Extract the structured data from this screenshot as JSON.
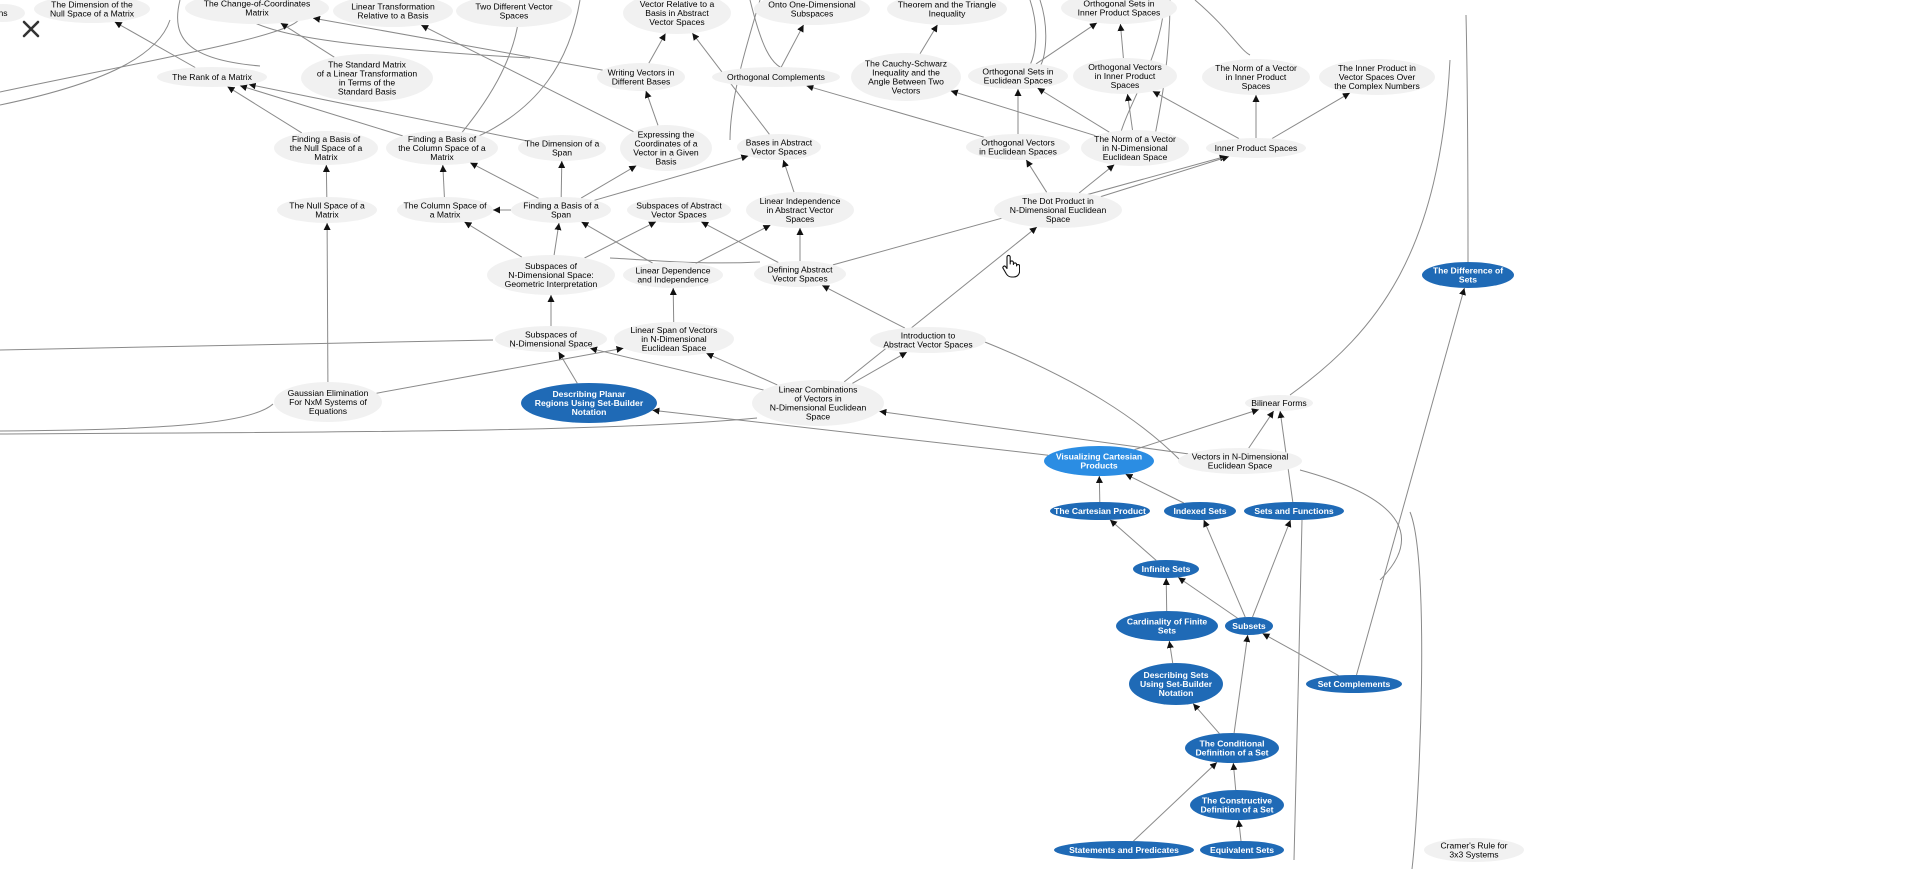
{
  "colors": {
    "locked": "#f1f1f1",
    "locked_text": "#000000",
    "mastered": "#1f6ab6",
    "mastered_text": "#ffffff",
    "current": "#2b8de3",
    "edge": "#8a8a8a"
  },
  "close_icon": "close-icon",
  "nodes": [
    {
      "id": "n-lrs",
      "lines": [
        "ns"
      ],
      "state": "locked"
    },
    {
      "id": "n-dimnull",
      "lines": [
        "The Dimension of the",
        "Null Space of a Matrix"
      ],
      "state": "locked"
    },
    {
      "id": "n-cocm",
      "lines": [
        "The Change-of-Coordinates",
        "Matrix"
      ],
      "state": "locked"
    },
    {
      "id": "n-ltrb",
      "lines": [
        "Linear Transformation",
        "Relative to a Basis"
      ],
      "state": "locked"
    },
    {
      "id": "n-twodiff",
      "lines": [
        "Two Different Vector",
        "Spaces"
      ],
      "state": "locked"
    },
    {
      "id": "n-vrb",
      "lines": [
        "Vector Relative to a",
        "Basis in Abstract",
        "Vector Spaces"
      ],
      "state": "locked"
    },
    {
      "id": "n-onto",
      "lines": [
        "Onto One-Dimensional",
        "Subspaces"
      ],
      "state": "locked"
    },
    {
      "id": "n-tri",
      "lines": [
        "Theorem and the Triangle",
        "Inequality"
      ],
      "state": "locked"
    },
    {
      "id": "n-osips-top",
      "lines": [
        "Orthogonal Sets in",
        "Inner Product Spaces"
      ],
      "state": "locked"
    },
    {
      "id": "n-rank",
      "lines": [
        "The Rank of a Matrix"
      ],
      "state": "locked"
    },
    {
      "id": "n-stdmat",
      "lines": [
        "The Standard Matrix",
        "of a Linear Transformation",
        "in Terms of the",
        "Standard Basis"
      ],
      "state": "locked"
    },
    {
      "id": "n-wvdb",
      "lines": [
        "Writing Vectors in",
        "Different Bases"
      ],
      "state": "locked"
    },
    {
      "id": "n-ocomp",
      "lines": [
        "Orthogonal Complements"
      ],
      "state": "locked"
    },
    {
      "id": "n-csi",
      "lines": [
        "The Cauchy-Schwarz",
        "Inequality and the",
        "Angle Between Two",
        "Vectors"
      ],
      "state": "locked"
    },
    {
      "id": "n-osee",
      "lines": [
        "Orthogonal Sets in",
        "Euclidean Spaces"
      ],
      "state": "locked"
    },
    {
      "id": "n-ovips",
      "lines": [
        "Orthogonal Vectors",
        "in Inner Product",
        "Spaces"
      ],
      "state": "locked"
    },
    {
      "id": "n-normips",
      "lines": [
        "The Norm of a Vector",
        "in Inner Product",
        "Spaces"
      ],
      "state": "locked"
    },
    {
      "id": "n-ipcn",
      "lines": [
        "The Inner Product in",
        "Vector Spaces Over",
        "the Complex Numbers"
      ],
      "state": "locked"
    },
    {
      "id": "n-fbns",
      "lines": [
        "Finding a Basis of",
        "the Null Space of a",
        "Matrix"
      ],
      "state": "locked"
    },
    {
      "id": "n-fbcs",
      "lines": [
        "Finding a Basis of",
        "the Column Space of a",
        "Matrix"
      ],
      "state": "locked"
    },
    {
      "id": "n-dimspan",
      "lines": [
        "The Dimension of a",
        "Span"
      ],
      "state": "locked"
    },
    {
      "id": "n-ecv",
      "lines": [
        "Expressing the",
        "Coordinates of a",
        "Vector in a Given",
        "Basis"
      ],
      "state": "locked"
    },
    {
      "id": "n-bavs",
      "lines": [
        "Bases in Abstract",
        "Vector Spaces"
      ],
      "state": "locked"
    },
    {
      "id": "n-ove",
      "lines": [
        "Orthogonal Vectors",
        "in Euclidean Spaces"
      ],
      "state": "locked"
    },
    {
      "id": "n-normnd",
      "lines": [
        "The Norm of a Vector",
        "in N-Dimensional",
        "Euclidean Space"
      ],
      "state": "locked"
    },
    {
      "id": "n-ips",
      "lines": [
        "Inner Product Spaces"
      ],
      "state": "locked"
    },
    {
      "id": "n-nsm",
      "lines": [
        "The Null Space of a",
        "Matrix"
      ],
      "state": "locked"
    },
    {
      "id": "n-csm",
      "lines": [
        "The Column Space of",
        "a Matrix"
      ],
      "state": "locked"
    },
    {
      "id": "n-fbspan",
      "lines": [
        "Finding a Basis of a",
        "Span"
      ],
      "state": "locked"
    },
    {
      "id": "n-savs",
      "lines": [
        "Subspaces of Abstract",
        "Vector Spaces"
      ],
      "state": "locked"
    },
    {
      "id": "n-liavs",
      "lines": [
        "Linear Independence",
        "in Abstract Vector",
        "Spaces"
      ],
      "state": "locked"
    },
    {
      "id": "n-dotnd",
      "lines": [
        "The Dot Product in",
        "N-Dimensional Euclidean",
        "Space"
      ],
      "state": "locked"
    },
    {
      "id": "n-sndgi",
      "lines": [
        "Subspaces of",
        "N-Dimensional Space:",
        "Geometric Interpretation"
      ],
      "state": "locked"
    },
    {
      "id": "n-ldi",
      "lines": [
        "Linear Dependence",
        "and Independence"
      ],
      "state": "locked"
    },
    {
      "id": "n-davs",
      "lines": [
        "Defining Abstract",
        "Vector Spaces"
      ],
      "state": "locked"
    },
    {
      "id": "n-diffsets",
      "lines": [
        "The Difference of",
        "Sets"
      ],
      "state": "mastered"
    },
    {
      "id": "n-snd",
      "lines": [
        "Subspaces of",
        "N-Dimensional Space"
      ],
      "state": "locked"
    },
    {
      "id": "n-lsv",
      "lines": [
        "Linear Span of Vectors",
        "in N-Dimensional",
        "Euclidean Space"
      ],
      "state": "locked"
    },
    {
      "id": "n-iavs",
      "lines": [
        "Introduction to",
        "Abstract Vector Spaces"
      ],
      "state": "locked"
    },
    {
      "id": "n-gauss",
      "lines": [
        "Gaussian Elimination",
        "For NxM Systems of",
        "Equations"
      ],
      "state": "locked"
    },
    {
      "id": "n-dprs",
      "lines": [
        "Describing Planar",
        "Regions Using Set-Builder",
        "Notation"
      ],
      "state": "mastered"
    },
    {
      "id": "n-lcv",
      "lines": [
        "Linear Combinations",
        "of Vectors in",
        "N-Dimensional Euclidean",
        "Space"
      ],
      "state": "locked"
    },
    {
      "id": "n-bilin",
      "lines": [
        "Bilinear Forms"
      ],
      "state": "locked"
    },
    {
      "id": "n-vcp",
      "lines": [
        "Visualizing Cartesian",
        "Products"
      ],
      "state": "current"
    },
    {
      "id": "n-vnd",
      "lines": [
        "Vectors in N-Dimensional",
        "Euclidean Space"
      ],
      "state": "locked"
    },
    {
      "id": "n-cart",
      "lines": [
        "The Cartesian Product"
      ],
      "state": "mastered"
    },
    {
      "id": "n-idx",
      "lines": [
        "Indexed Sets"
      ],
      "state": "mastered"
    },
    {
      "id": "n-setfun",
      "lines": [
        "Sets and Functions"
      ],
      "state": "mastered"
    },
    {
      "id": "n-inf",
      "lines": [
        "Infinite Sets"
      ],
      "state": "mastered"
    },
    {
      "id": "n-card",
      "lines": [
        "Cardinality of Finite",
        "Sets"
      ],
      "state": "mastered"
    },
    {
      "id": "n-subsets",
      "lines": [
        "Subsets"
      ],
      "state": "mastered"
    },
    {
      "id": "n-dssb",
      "lines": [
        "Describing Sets",
        "Using Set-Builder",
        "Notation"
      ],
      "state": "mastered"
    },
    {
      "id": "n-setcomp",
      "lines": [
        "Set Complements"
      ],
      "state": "mastered"
    },
    {
      "id": "n-cond",
      "lines": [
        "The Conditional",
        "Definition of a Set"
      ],
      "state": "mastered"
    },
    {
      "id": "n-cons",
      "lines": [
        "The Constructive",
        "Definition of a Set"
      ],
      "state": "mastered"
    },
    {
      "id": "n-stmt",
      "lines": [
        "Statements and Predicates"
      ],
      "state": "mastered"
    },
    {
      "id": "n-equiv",
      "lines": [
        "Equivalent Sets"
      ],
      "state": "mastered"
    },
    {
      "id": "n-cramer",
      "lines": [
        "Cramer's Rule for",
        "3x3 Systems"
      ],
      "state": "locked"
    }
  ],
  "edges": [
    [
      "n-stmt",
      "n-cond"
    ],
    [
      "n-equiv",
      "n-cons"
    ],
    [
      "n-cons",
      "n-cond"
    ],
    [
      "n-cond",
      "n-dssb"
    ],
    [
      "n-cond",
      "n-subsets"
    ],
    [
      "n-dssb",
      "n-card"
    ],
    [
      "n-card",
      "n-inf"
    ],
    [
      "n-subsets",
      "n-inf"
    ],
    [
      "n-subsets",
      "n-idx"
    ],
    [
      "n-subsets",
      "n-setfun"
    ],
    [
      "n-setcomp",
      "n-subsets"
    ],
    [
      "n-setcomp",
      "n-diffsets"
    ],
    [
      "n-inf",
      "n-cart"
    ],
    [
      "n-cart",
      "n-vcp"
    ],
    [
      "n-idx",
      "n-vcp"
    ],
    [
      "n-vcp",
      "n-bilin"
    ],
    [
      "n-vcp",
      "n-dprs"
    ],
    [
      "n-vnd",
      "n-bilin"
    ],
    [
      "n-setfun",
      "n-bilin"
    ],
    [
      "n-vnd",
      "n-lcv"
    ],
    [
      "n-lcv",
      "n-lsv"
    ],
    [
      "n-lcv",
      "n-snd"
    ],
    [
      "n-lcv",
      "n-iavs"
    ],
    [
      "n-lcv",
      "n-dotnd"
    ],
    [
      "n-dprs",
      "n-snd"
    ],
    [
      "n-iavs",
      "n-davs"
    ],
    [
      "n-gauss",
      "n-nsm"
    ],
    [
      "n-gauss",
      "n-lsv"
    ],
    [
      "n-snd",
      "n-sndgi"
    ],
    [
      "n-lsv",
      "n-ldi"
    ],
    [
      "n-davs",
      "n-savs"
    ],
    [
      "n-davs",
      "n-liavs"
    ],
    [
      "n-davs",
      "n-ips"
    ],
    [
      "n-ldi",
      "n-fbspan"
    ],
    [
      "n-ldi",
      "n-liavs"
    ],
    [
      "n-sndgi",
      "n-csm"
    ],
    [
      "n-sndgi",
      "n-fbspan"
    ],
    [
      "n-sndgi",
      "n-savs"
    ],
    [
      "n-nsm",
      "n-fbns"
    ],
    [
      "n-csm",
      "n-fbcs"
    ],
    [
      "n-fbspan",
      "n-dimspan"
    ],
    [
      "n-fbspan",
      "n-fbcs"
    ],
    [
      "n-fbspan",
      "n-ecv"
    ],
    [
      "n-fbspan",
      "n-bavs"
    ],
    [
      "n-fbspan",
      "n-csm"
    ],
    [
      "n-liavs",
      "n-bavs"
    ],
    [
      "n-dotnd",
      "n-ove"
    ],
    [
      "n-dotnd",
      "n-normnd"
    ],
    [
      "n-dotnd",
      "n-ips"
    ],
    [
      "n-ove",
      "n-osee"
    ],
    [
      "n-ove",
      "n-ocomp"
    ],
    [
      "n-normnd",
      "n-osee"
    ],
    [
      "n-normnd",
      "n-ovips"
    ],
    [
      "n-normnd",
      "n-csi"
    ],
    [
      "n-ips",
      "n-ovips"
    ],
    [
      "n-ips",
      "n-normips"
    ],
    [
      "n-ips",
      "n-ipcn"
    ],
    [
      "n-ovips",
      "n-osips-top"
    ],
    [
      "n-osee",
      "n-osips-top"
    ],
    [
      "n-ocomp",
      "n-onto"
    ],
    [
      "n-csi",
      "n-tri"
    ],
    [
      "n-ecv",
      "n-wvdb"
    ],
    [
      "n-bavs",
      "n-vrb"
    ],
    [
      "n-wvdb",
      "n-vrb"
    ],
    [
      "n-ecv",
      "n-ltrb"
    ],
    [
      "n-fbns",
      "n-rank"
    ],
    [
      "n-fbcs",
      "n-rank"
    ],
    [
      "n-rank",
      "n-dimnull"
    ],
    [
      "n-stdmat",
      "n-cocm"
    ],
    [
      "n-wvdb",
      "n-cocm"
    ],
    [
      "n-dimspan",
      "n-rank"
    ]
  ]
}
